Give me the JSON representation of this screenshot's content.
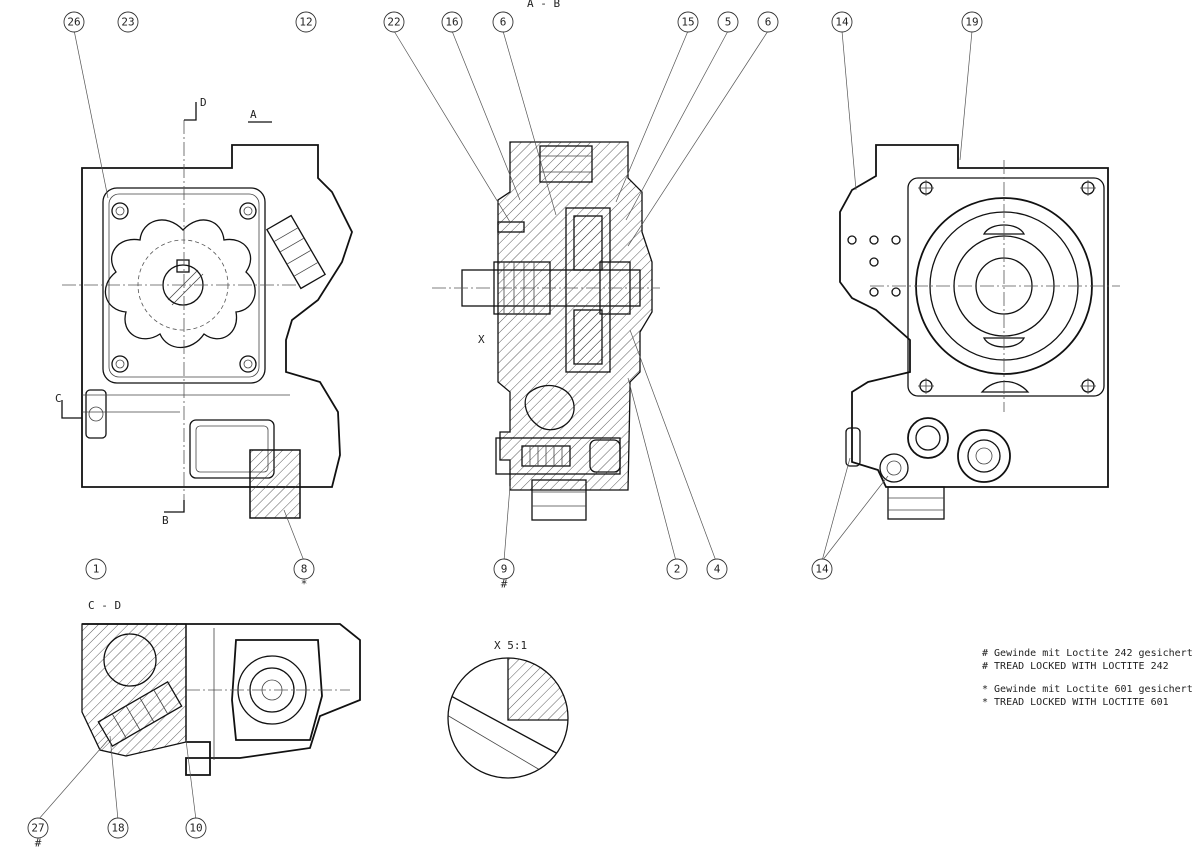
{
  "section_titles": {
    "ab": "A - B",
    "cd": "C - D",
    "detail_x": "X 5:1"
  },
  "cut_letters": {
    "a": "A",
    "b": "B",
    "c": "C",
    "d": "D",
    "x": "X"
  },
  "balloons": [
    {
      "id": "26",
      "mark": ""
    },
    {
      "id": "23",
      "mark": ""
    },
    {
      "id": "12",
      "mark": ""
    },
    {
      "id": "22",
      "mark": ""
    },
    {
      "id": "16",
      "mark": ""
    },
    {
      "id": "6",
      "mark": ""
    },
    {
      "id": "15",
      "mark": ""
    },
    {
      "id": "5",
      "mark": ""
    },
    {
      "id": "6",
      "mark": ""
    },
    {
      "id": "14",
      "mark": ""
    },
    {
      "id": "19",
      "mark": ""
    },
    {
      "id": "1",
      "mark": ""
    },
    {
      "id": "8",
      "mark": "*"
    },
    {
      "id": "9",
      "mark": "#"
    },
    {
      "id": "2",
      "mark": ""
    },
    {
      "id": "4",
      "mark": ""
    },
    {
      "id": "14",
      "mark": ""
    },
    {
      "id": "27",
      "mark": "#"
    },
    {
      "id": "18",
      "mark": ""
    },
    {
      "id": "10",
      "mark": ""
    }
  ],
  "notes": [
    "# Gewinde mit Loctite 242 gesichert",
    "# TREAD LOCKED WITH LOCTITE 242",
    "* Gewinde mit Loctite 601 gesichert",
    "* TREAD LOCKED WITH LOCTITE 601"
  ]
}
